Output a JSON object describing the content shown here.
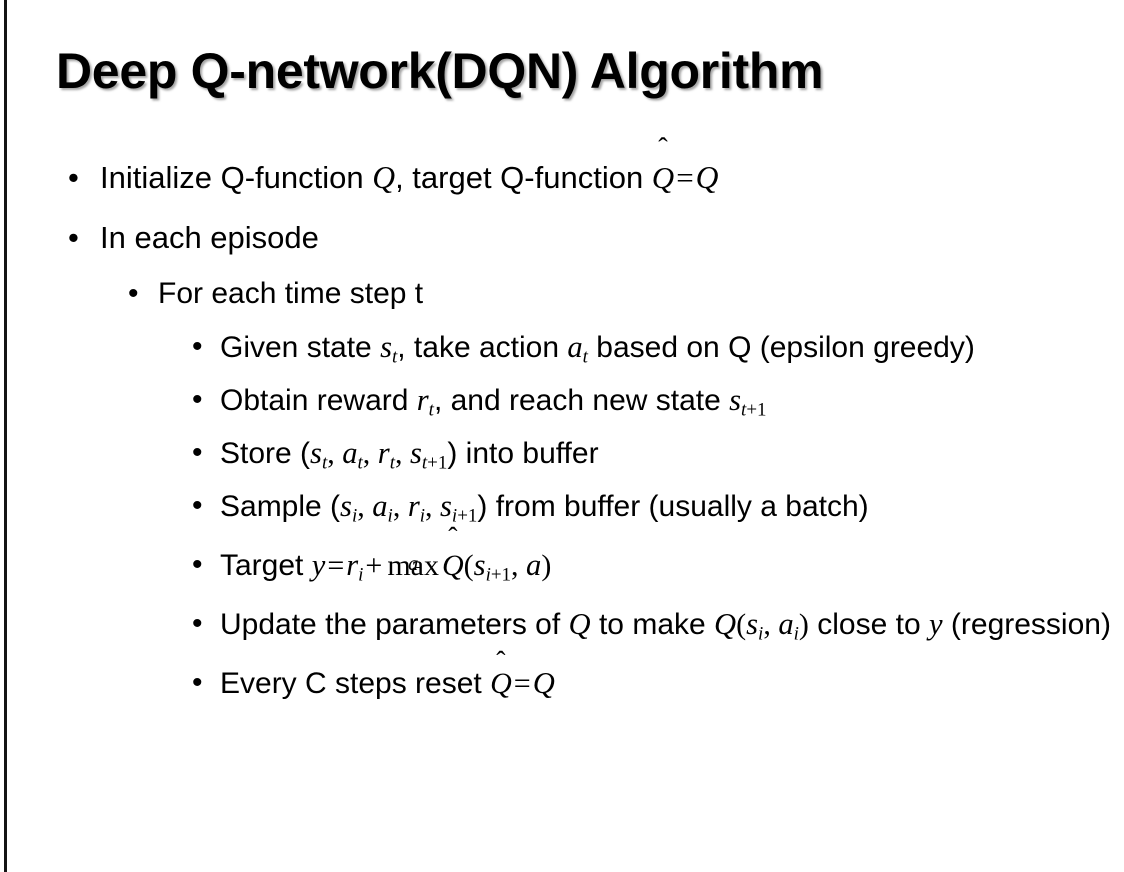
{
  "slide": {
    "title": "Deep Q-network(DQN) Algorithm",
    "bullet_marker": "•",
    "background_color": "#ffffff",
    "text_color": "#000000",
    "left_rule_color": "#141414",
    "bullets": [
      {
        "level": 1,
        "text": "Initialize Q-function Q, target Q-function Q̂ = Q"
      },
      {
        "level": 1,
        "text": "In each episode"
      },
      {
        "level": 2,
        "text": "For each time step t"
      },
      {
        "level": 3,
        "text": "Given state sₜ, take action aₜ based on Q (epsilon greedy)"
      },
      {
        "level": 3,
        "text": "Obtain reward rₜ, and reach new state sₜ₊₁"
      },
      {
        "level": 3,
        "text": "Store (sₜ, aₜ, rₜ, sₜ₊₁) into buffer"
      },
      {
        "level": 3,
        "text": "Sample (sᵢ, aᵢ, rᵢ, sᵢ₊₁) from buffer (usually a batch)"
      },
      {
        "level": 3,
        "text": "Target y = rᵢ + maxₐ Q̂(sᵢ₊₁, a)"
      },
      {
        "level": 3,
        "text": "Update the parameters of Q to make Q(sᵢ, aᵢ) close to y (regression)"
      },
      {
        "level": 3,
        "text": "Every C steps reset Q̂ = Q"
      }
    ],
    "fragments": {
      "b1_pre": "Initialize Q-function ",
      "b1_q1": "Q",
      "b1_mid": ", target Q-function ",
      "b1_qhat": "Q",
      "b1_hat": "̂",
      "b1_eq": "=",
      "b1_q2": "Q",
      "b2_text": "In each episode",
      "b3_text": "For each time step t",
      "b4_pre": "Given state ",
      "b4_s": "s",
      "b4_s_sub": "t",
      "b4_mid": ", take action ",
      "b4_a": "a",
      "b4_a_sub": "t",
      "b4_post": " based on Q (epsilon greedy)",
      "b5_pre": "Obtain reward ",
      "b5_r": "r",
      "b5_r_sub": "t",
      "b5_mid": ", and reach new state ",
      "b5_s": "s",
      "b5_s_sub_a": "t",
      "b5_s_sub_b": "+1",
      "b6_pre": "Store (",
      "b6_s": "s",
      "b6_s_sub": "t",
      "b6_c1": ", ",
      "b6_a": "a",
      "b6_a_sub": "t",
      "b6_c2": ", ",
      "b6_r": "r",
      "b6_r_sub": "t",
      "b6_c3": ", ",
      "b6_s2": "s",
      "b6_s2_sub_a": "t",
      "b6_s2_sub_b": "+1",
      "b6_post": ") into buffer",
      "b7_pre": "Sample (",
      "b7_s": "s",
      "b7_s_sub": "i",
      "b7_c1": ", ",
      "b7_a": "a",
      "b7_a_sub": "i",
      "b7_c2": ", ",
      "b7_r": "r",
      "b7_r_sub": "i",
      "b7_c3": ", ",
      "b7_s2": "s",
      "b7_s2_sub_a": "i",
      "b7_s2_sub_b": "+1",
      "b7_post": ") from buffer (usually a batch)",
      "b8_pre": "Target ",
      "b8_y": "y",
      "b8_eq": "=",
      "b8_r": "r",
      "b8_r_sub": "i",
      "b8_plus": "+",
      "b8_max": "max",
      "b8_max_sub": "a",
      "b8_qhat": "Q",
      "b8_hat": "̂",
      "b8_open": "(",
      "b8_s": "s",
      "b8_s_sub_a": "i",
      "b8_s_sub_b": "+1",
      "b8_comma": ", ",
      "b8_a": "a",
      "b8_close": ")",
      "b9_pre": "Update the parameters of ",
      "b9_q1": "Q",
      "b9_mid": " to make ",
      "b9_q2": "Q",
      "b9_open": "(",
      "b9_s": "s",
      "b9_s_sub": "i",
      "b9_comma": ", ",
      "b9_a": "a",
      "b9_a_sub": "i",
      "b9_close": ")",
      "b9_post": " close to ",
      "b9_y": "y",
      "b9_tail": " (regression)",
      "b10_pre": "Every C steps reset ",
      "b10_qhat": "Q",
      "b10_hat": "̂",
      "b10_eq": "=",
      "b10_q": "Q"
    }
  }
}
